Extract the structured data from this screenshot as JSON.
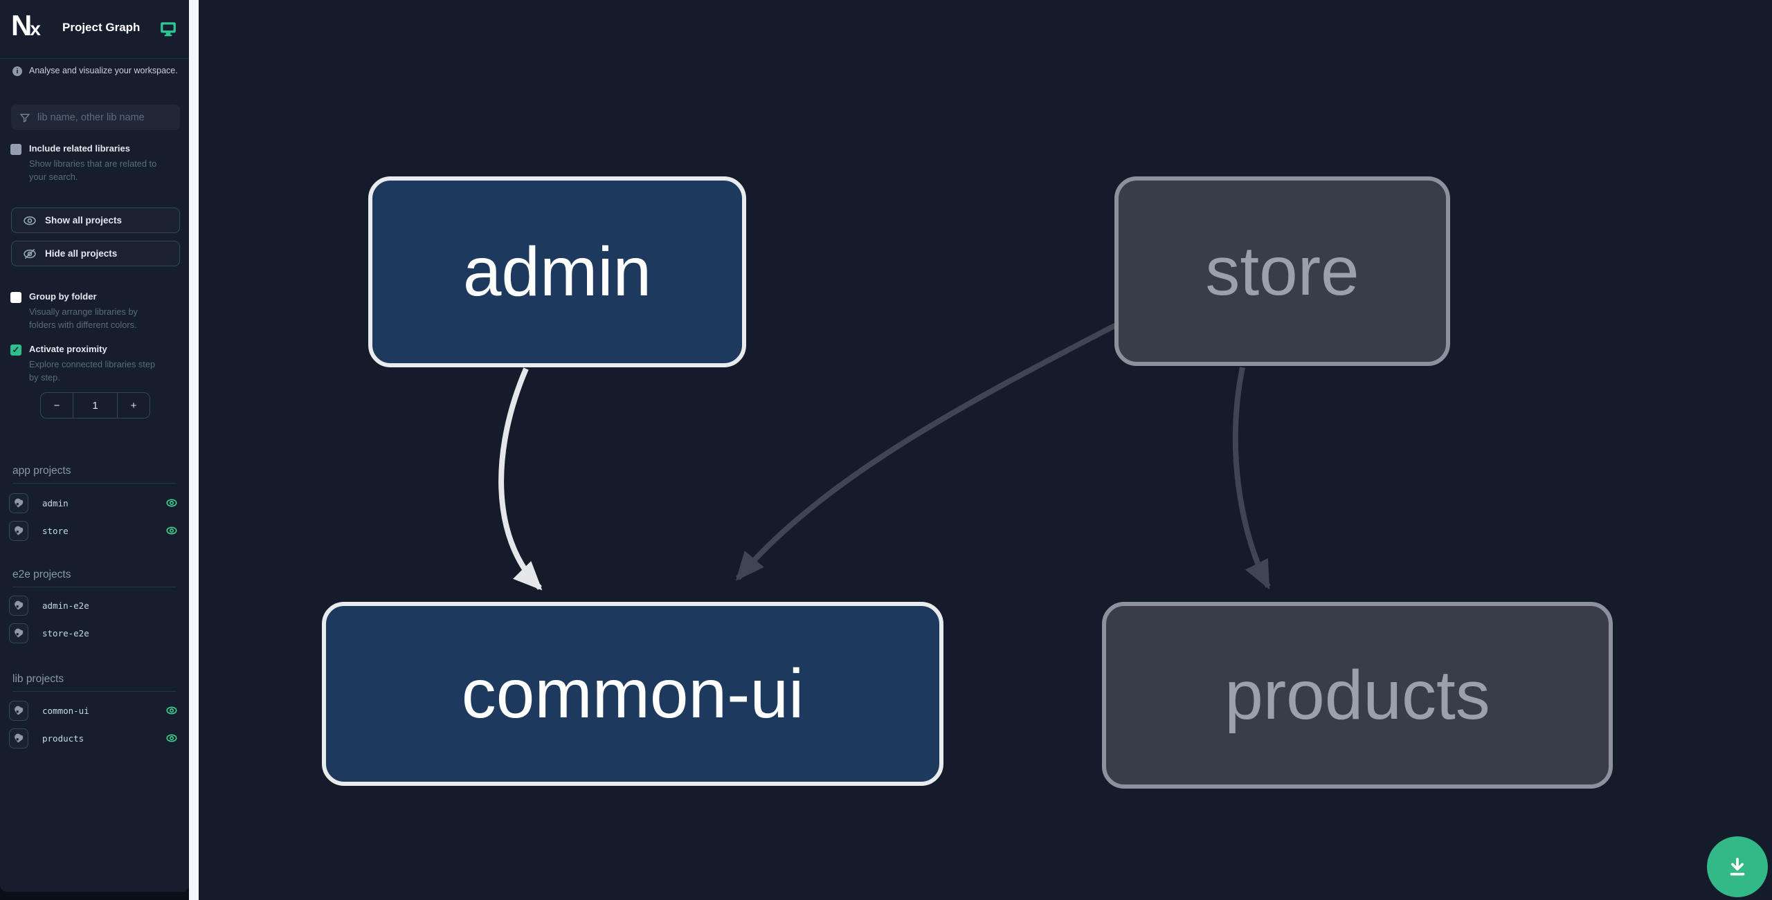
{
  "app": {
    "logo_text": "Nx",
    "title": "Project Graph",
    "tagline": "Analyse and visualize your workspace."
  },
  "colors": {
    "accent_teal": "#2ec795",
    "eye_green": "#3ecf8e",
    "node_focused_bg": "#1d3a5e",
    "node_focused_border": "#e9ebee",
    "node_muted_bg": "#373d49",
    "node_muted_border": "#8c919b",
    "node_muted_text": "#9aa1ab",
    "edge_light": "#e5e7eb",
    "edge_dark": "#3e4553",
    "sidebar_bg": "#161d2c",
    "canvas_bg": "#141b2a",
    "fab_bg": "#33b987"
  },
  "icons": {
    "header": "monitor-icon",
    "info": "info-icon",
    "search": "funnel-icon",
    "show_all": "eye-icon",
    "hide_all": "eye-slash-icon",
    "project_row": "focus-pin-icon",
    "visibility": "eye-icon",
    "fab": "download-icon"
  },
  "search": {
    "placeholder": "lib name, other lib name",
    "value": ""
  },
  "options": {
    "include_related": {
      "label": "Include related libraries",
      "description": "Show libraries that are related to\nyour search.",
      "checked": false
    },
    "group_by_folder": {
      "label": "Group by folder",
      "description": "Visually arrange libraries by\nfolders with different colors.",
      "checked": false
    },
    "activate_proximity": {
      "label": "Activate proximity",
      "description": "Explore connected libraries step\nby step.",
      "checked": true,
      "checkmark": "✓"
    }
  },
  "buttons": {
    "show_all": "Show all projects",
    "hide_all": "Hide all projects"
  },
  "proximity_stepper": {
    "decrement": "−",
    "value": "1",
    "increment": "+"
  },
  "sections": {
    "app": {
      "title": "app projects",
      "items": [
        {
          "name": "admin",
          "visible": true
        },
        {
          "name": "store",
          "visible": true
        }
      ]
    },
    "e2e": {
      "title": "e2e projects",
      "items": [
        {
          "name": "admin-e2e",
          "visible": false
        },
        {
          "name": "store-e2e",
          "visible": false
        }
      ]
    },
    "lib": {
      "title": "lib projects",
      "items": [
        {
          "name": "common-ui",
          "visible": true
        },
        {
          "name": "products",
          "visible": true
        }
      ]
    }
  },
  "graph": {
    "nodes": [
      {
        "id": "admin",
        "label": "admin",
        "state": "focused"
      },
      {
        "id": "store",
        "label": "store",
        "state": "muted"
      },
      {
        "id": "common-ui",
        "label": "common-ui",
        "state": "focused"
      },
      {
        "id": "products",
        "label": "products",
        "state": "muted"
      }
    ],
    "edges": [
      {
        "from": "admin",
        "to": "common-ui",
        "style": "light"
      },
      {
        "from": "store",
        "to": "common-ui",
        "style": "dark"
      },
      {
        "from": "store",
        "to": "products",
        "style": "dark"
      }
    ]
  }
}
